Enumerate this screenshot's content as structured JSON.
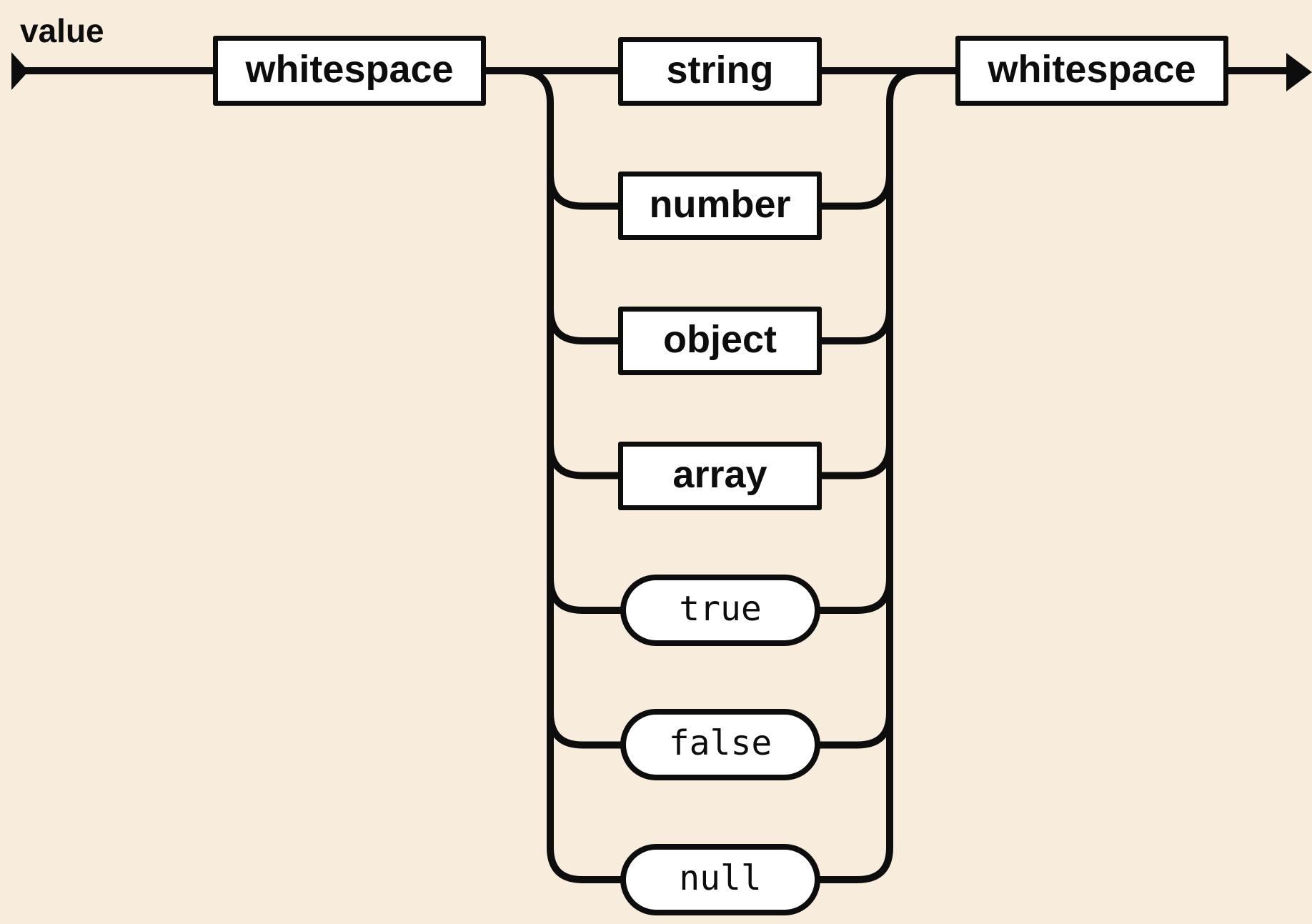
{
  "diagram": {
    "kind": "railroad-syntax-diagram",
    "rule_name": "value",
    "colors": {
      "background": "#f8ecdd",
      "line": "#0d0d0d",
      "node_fill": "#ffffff"
    },
    "nodes": {
      "whitespace_left": "whitespace",
      "whitespace_right": "whitespace",
      "string": "string",
      "number": "number",
      "object": "object",
      "array": "array",
      "true_literal": "true",
      "false_literal": "false",
      "null_literal": "null"
    }
  }
}
